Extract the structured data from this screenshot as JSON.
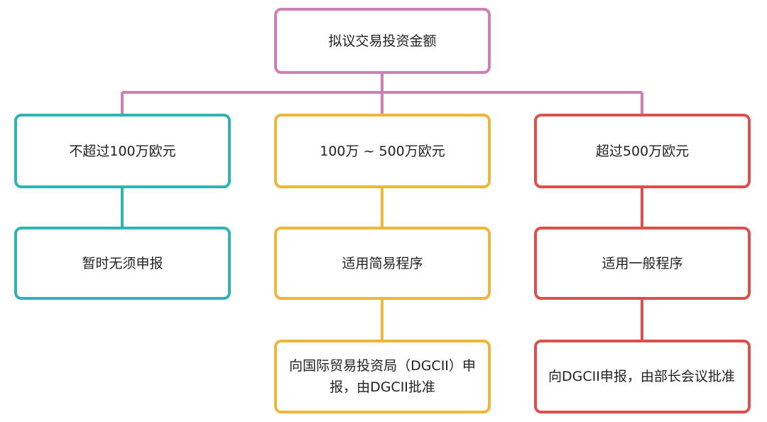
{
  "colors": {
    "root": "#d07fb4",
    "teal": "#2fb3b3",
    "amber": "#efb73a",
    "red": "#d9504c"
  },
  "root": {
    "label": "拟议交易投资金额"
  },
  "branches": [
    {
      "theme": "teal",
      "threshold": "不超过100万欧元",
      "procedure": "暂时无须申报"
    },
    {
      "theme": "amber",
      "threshold": "100万 ~ 500万欧元",
      "procedure": "适用简易程序",
      "approval": "向国际贸易投资局（DGCII）申报，由DGCII批准"
    },
    {
      "theme": "red",
      "threshold": "超过500万欧元",
      "procedure": "适用一般程序",
      "approval": "向DGCII申报，由部长会议批准"
    }
  ]
}
